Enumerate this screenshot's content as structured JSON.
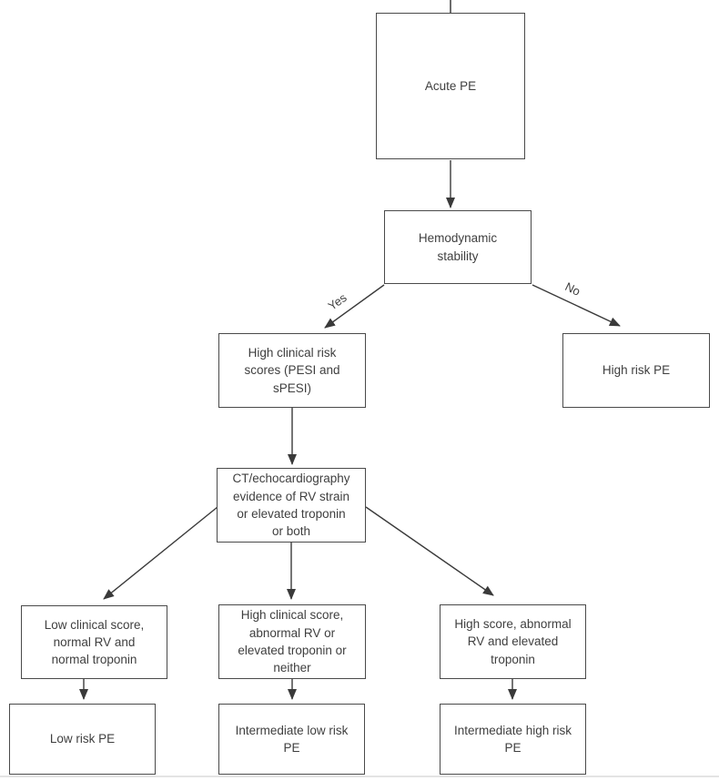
{
  "diagram": {
    "nodes": {
      "acute_pe": {
        "label": "Acute PE"
      },
      "hemodynamic_stability": {
        "label": "Hemodynamic\nstability"
      },
      "high_clinical_risk_scores": {
        "label": "High clinical risk\nscores (PESI and\nsPESI)"
      },
      "high_risk_pe": {
        "label": "High risk PE"
      },
      "ct_echo_rv_strain": {
        "label": "CT/echocardiography\nevidence of RV strain\nor elevated troponin\nor both"
      },
      "low_clinical_score": {
        "label": "Low clinical score,\nnormal RV and\nnormal troponin"
      },
      "high_clinical_score": {
        "label": "High clinical score,\nabnormal RV or\nelevated troponin or\nneither"
      },
      "high_score_abnormal_rv": {
        "label": "High score, abnormal\nRV and elevated\ntroponin"
      },
      "low_risk_pe": {
        "label": "Low risk PE"
      },
      "intermediate_low_risk_pe": {
        "label": "Intermediate low risk\nPE"
      },
      "intermediate_high_risk_pe": {
        "label": "Intermediate high risk\nPE"
      }
    },
    "edge_labels": {
      "yes": "Yes",
      "no": "No"
    },
    "colors": {
      "background": "#ffffff",
      "box_border": "#4a4a4a",
      "text": "#3f3f3f",
      "arrow": "#3a3a3a",
      "bottom_divider": "#dcdcdc"
    }
  }
}
